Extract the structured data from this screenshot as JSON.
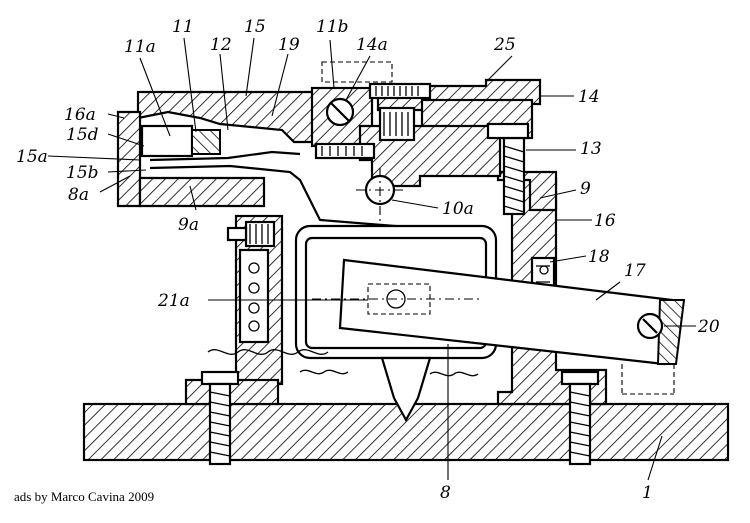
{
  "figure": {
    "credit": "ads by Marco Cavina 2009",
    "labels": {
      "l11": "11",
      "l15": "15",
      "l11b": "11b",
      "l14a": "14a",
      "l25": "25",
      "l11a": "11a",
      "l12": "12",
      "l19": "19",
      "l14": "14",
      "l16a": "16a",
      "l15d": "15d",
      "l15a": "15a",
      "l15b": "15b",
      "l8a": "8a",
      "l13": "13",
      "l9": "9",
      "l10a": "10a",
      "l9a": "9a",
      "l16": "16",
      "l18": "18",
      "l17": "17",
      "l21a": "21a",
      "l20": "20",
      "l8": "8",
      "l1": "1"
    }
  }
}
